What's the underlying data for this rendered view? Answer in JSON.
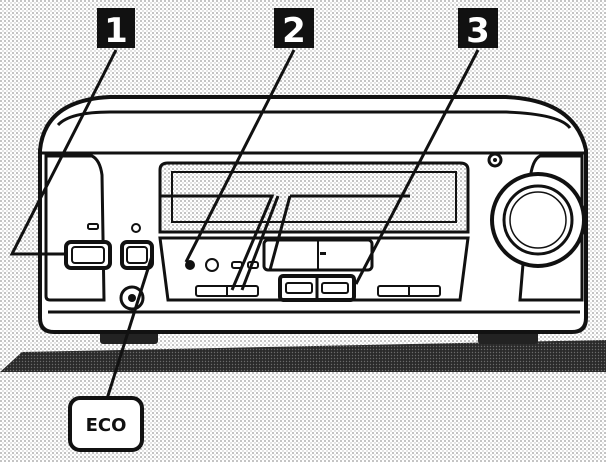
{
  "callouts": [
    {
      "label": "1"
    },
    {
      "label": "2"
    },
    {
      "label": "3"
    }
  ],
  "eco_key": {
    "label": "ECO"
  },
  "colors": {
    "ink": "#111111",
    "paper": "#ffffff",
    "halftone": "#d4d4d4",
    "floor": "#3a3a3a"
  }
}
